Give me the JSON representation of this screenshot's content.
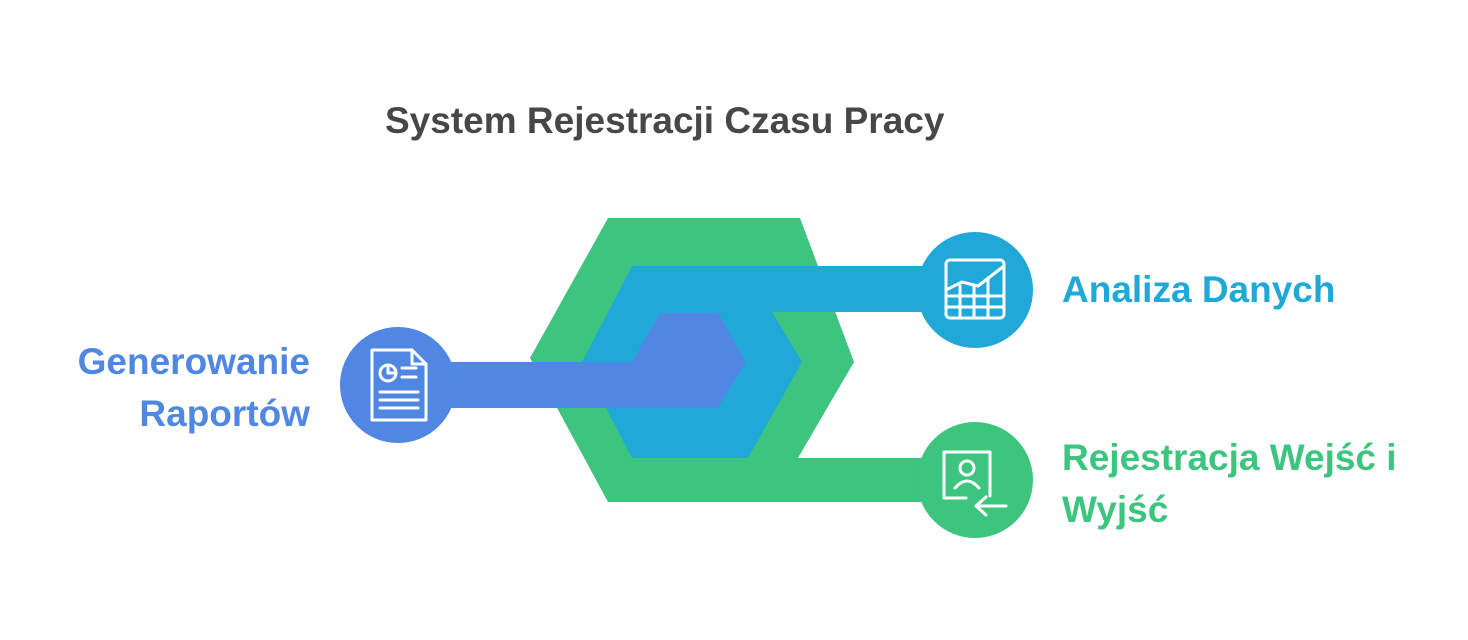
{
  "title": "System Rejestracji Czasu Pracy",
  "nodes": [
    {
      "key": "reports",
      "label_lines": [
        "Generowanie",
        "Raportów"
      ],
      "icon": "report-document-icon",
      "color": "#4F87E3"
    },
    {
      "key": "analysis",
      "label_lines": [
        "Analiza Danych"
      ],
      "icon": "chart-table-icon",
      "color": "#20A9D8"
    },
    {
      "key": "registration",
      "label_lines": [
        "Rejestracja Wejść i",
        "Wyjść"
      ],
      "icon": "user-entry-icon",
      "color": "#3DC47E"
    }
  ],
  "colors": {
    "title": "#474747",
    "background": "#FFFFFF"
  }
}
